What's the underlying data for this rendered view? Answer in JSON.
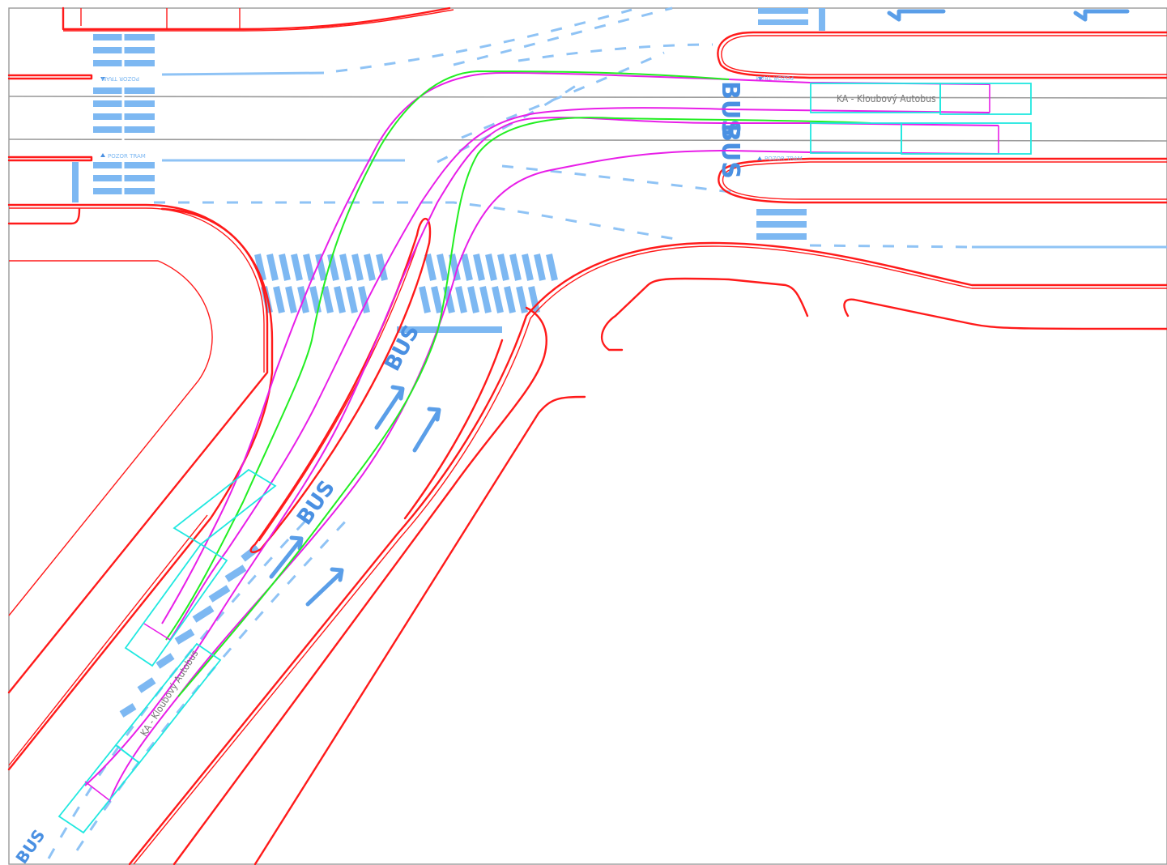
{
  "drawing": {
    "border_color": "#999999",
    "colors": {
      "curb": "#ff1a1a",
      "lane_marking": "#8fc3f5",
      "swept_path_outer": "#e81ee8",
      "swept_path_inner": "#22ee22",
      "vehicle_outline": "#20e8e0",
      "tram_track": "#9a9a9a"
    },
    "labels": {
      "bus_marking": "BUS",
      "vehicle_label_upper": "KA - Kloubový Autobus",
      "vehicle_label_lower": "KA - Kloubový Autobus",
      "sign_pozor_tram_1": "POZOR TRAM",
      "sign_pozor_tram_2": "POZOR TRAM",
      "sign_pozor_tram_3": "POZOR TRAM",
      "sign_pozor_tram_4": "POZOR TRAM"
    },
    "icons": [
      "turn-left-arrow-icon",
      "turn-right-arrow-icon",
      "warning-triangle-icon"
    ]
  }
}
